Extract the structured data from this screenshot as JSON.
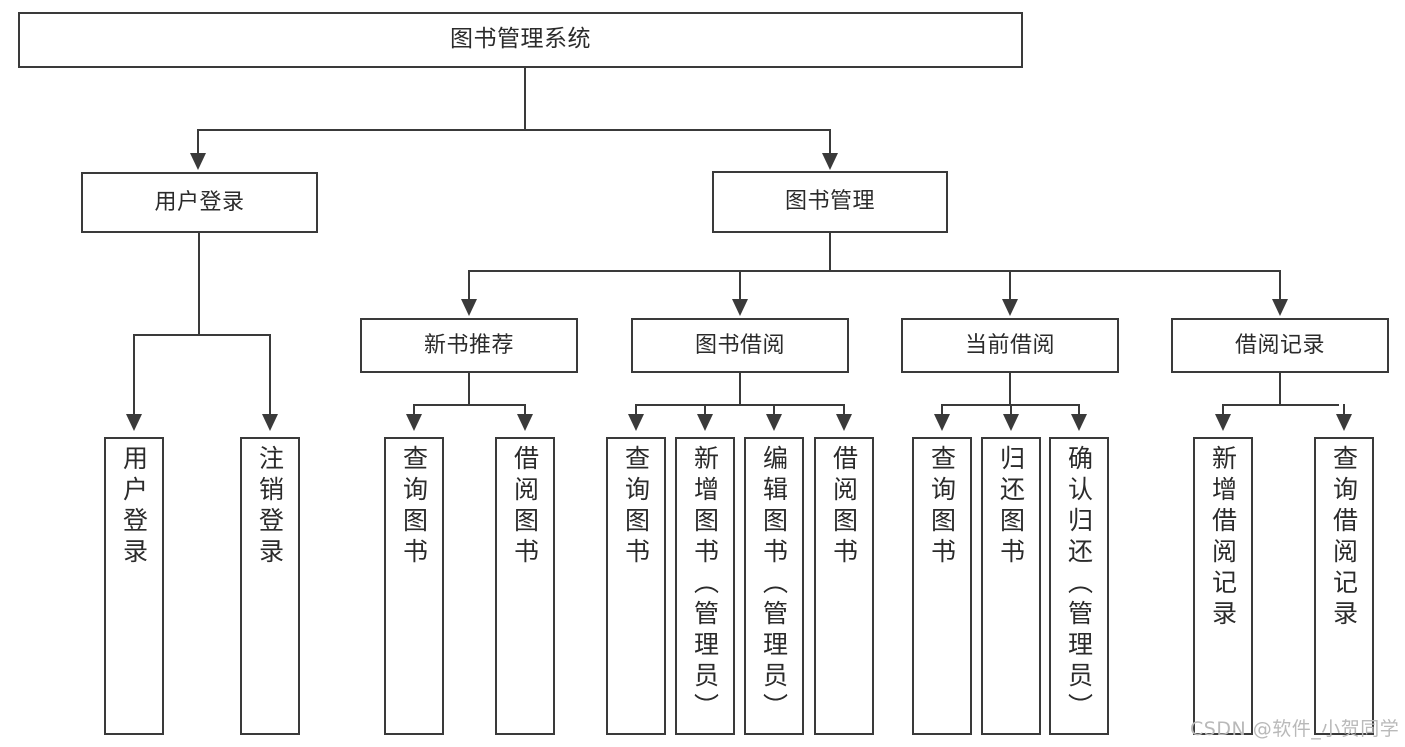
{
  "diagram": {
    "title": "图书管理系统",
    "type": "tree",
    "root": {
      "id": "root",
      "label": "图书管理系统"
    },
    "level1": [
      {
        "id": "user-login",
        "label": "用户登录"
      },
      {
        "id": "book-management",
        "label": "图书管理"
      }
    ],
    "level2": [
      {
        "id": "new-book-recommend",
        "label": "新书推荐",
        "parent": "book-management"
      },
      {
        "id": "book-borrow",
        "label": "图书借阅",
        "parent": "book-management"
      },
      {
        "id": "current-borrow",
        "label": "当前借阅",
        "parent": "book-management"
      },
      {
        "id": "borrow-record",
        "label": "借阅记录",
        "parent": "book-management"
      }
    ],
    "leaves": {
      "user-login": [
        {
          "id": "leaf-user-login",
          "label": "用户登录"
        },
        {
          "id": "leaf-logout",
          "label": "注销登录"
        }
      ],
      "new-book-recommend": [
        {
          "id": "leaf-query-book-1",
          "label": "查询图书"
        },
        {
          "id": "leaf-borrow-book-1",
          "label": "借阅图书"
        }
      ],
      "book-borrow": [
        {
          "id": "leaf-query-book-2",
          "label": "查询图书"
        },
        {
          "id": "leaf-add-book",
          "label": "新增图书（管理员）"
        },
        {
          "id": "leaf-edit-book",
          "label": "编辑图书（管理员）"
        },
        {
          "id": "leaf-borrow-book-2",
          "label": "借阅图书"
        }
      ],
      "current-borrow": [
        {
          "id": "leaf-query-book-3",
          "label": "查询图书"
        },
        {
          "id": "leaf-return-book",
          "label": "归还图书"
        },
        {
          "id": "leaf-confirm-return",
          "label": "确认归还（管理员）"
        }
      ],
      "borrow-record": [
        {
          "id": "leaf-add-record",
          "label": "新增借阅记录"
        },
        {
          "id": "leaf-query-record",
          "label": "查询借阅记录"
        }
      ]
    }
  },
  "watermark": {
    "text": "CSDN @软件_小贺同学"
  },
  "colors": {
    "stroke": "#3a3a3a",
    "background": "#ffffff",
    "text": "#2b2b2b",
    "watermark": "#b9b9b9"
  }
}
